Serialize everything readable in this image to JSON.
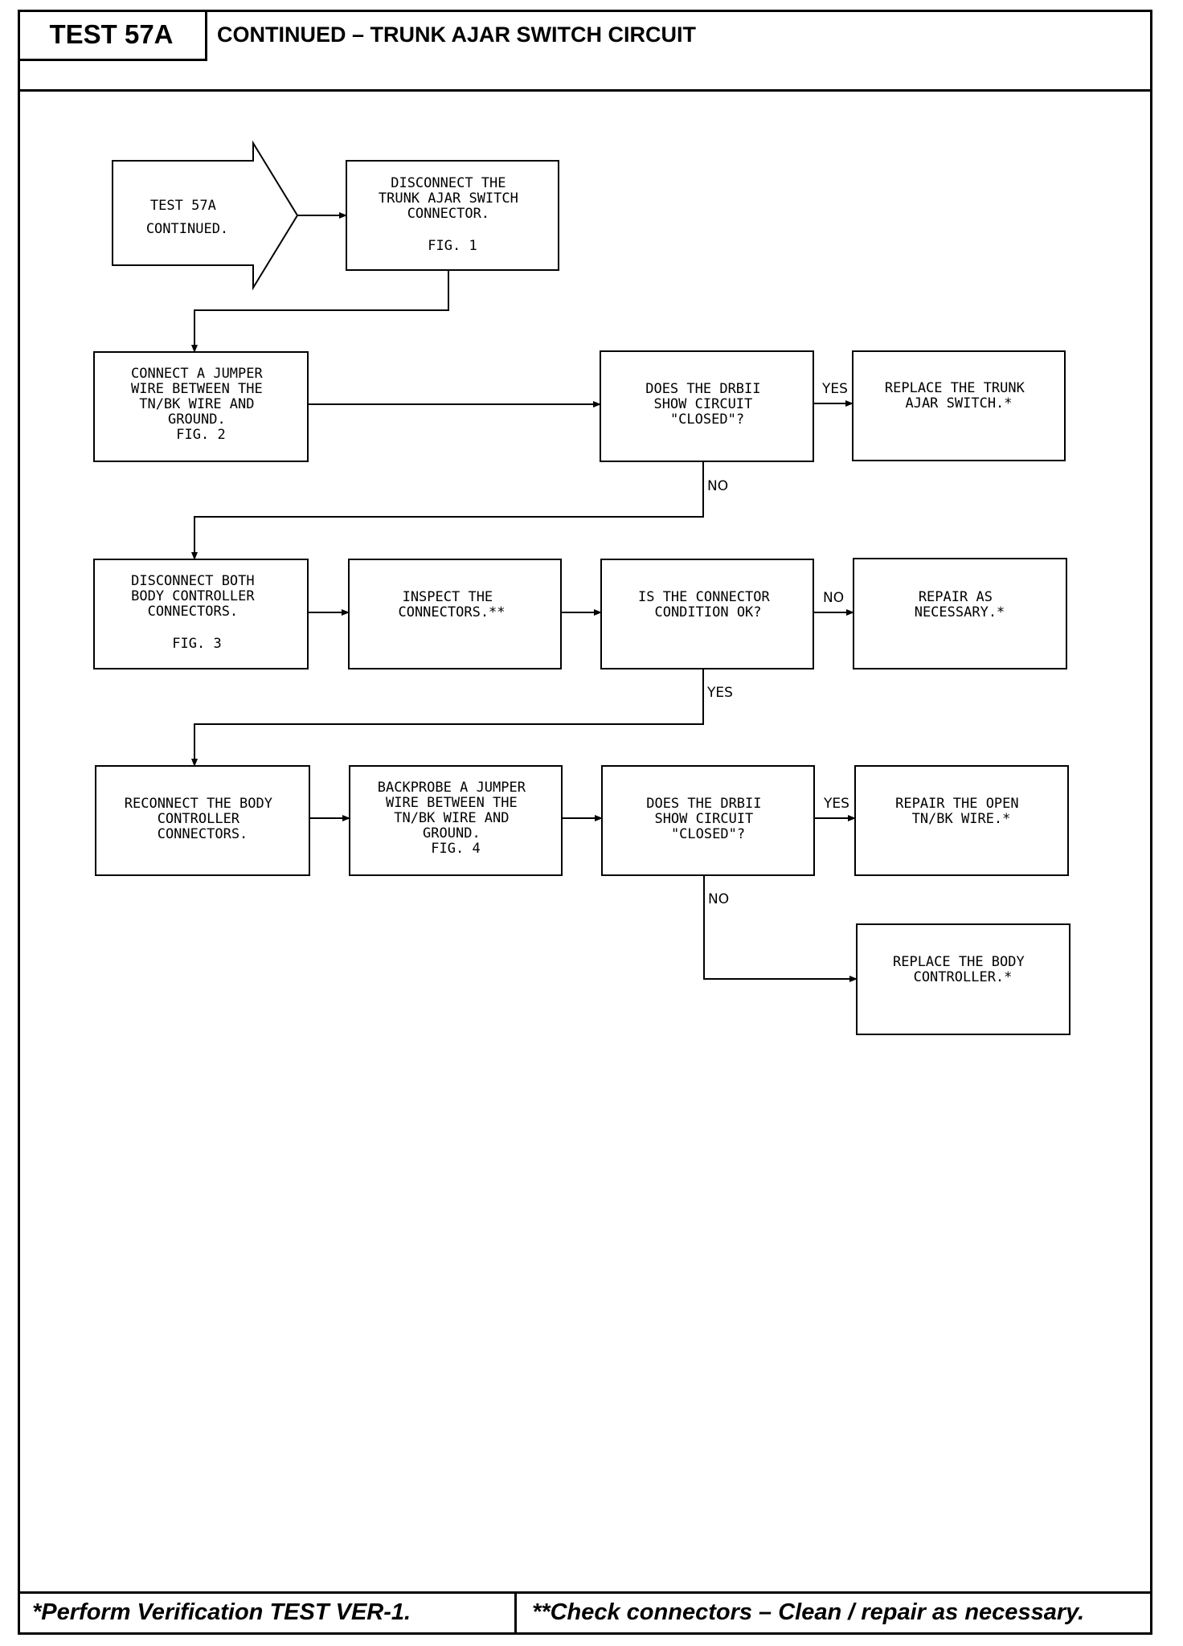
{
  "header": {
    "test_id": "TEST 57A",
    "title": "CONTINUED – TRUNK AJAR SWITCH CIRCUIT"
  },
  "flow": {
    "start": [
      "TEST 57A",
      "CONTINUED."
    ],
    "steps": {
      "disconnect_trunk_switch": [
        "DISCONNECT THE",
        "TRUNK AJAR SWITCH",
        "CONNECTOR.",
        "",
        "FIG. 1"
      ],
      "connect_jumper": [
        "CONNECT A JUMPER",
        "WIRE BETWEEN THE",
        "TN/BK WIRE AND",
        "GROUND.",
        "FIG. 2"
      ],
      "drb_closed_1": [
        "DOES THE DRBII",
        "SHOW CIRCUIT",
        "\"CLOSED\"?"
      ],
      "replace_trunk_switch": [
        "REPLACE THE TRUNK",
        "AJAR SWITCH.*"
      ],
      "disconnect_body": [
        "DISCONNECT BOTH",
        "BODY CONTROLLER",
        "CONNECTORS.",
        "",
        "FIG. 3"
      ],
      "inspect_connectors": [
        "INSPECT THE",
        "CONNECTORS.**"
      ],
      "connector_ok": [
        "IS THE CONNECTOR",
        "CONDITION OK?"
      ],
      "repair_as_necessary": [
        "REPAIR AS",
        "NECESSARY.*"
      ],
      "reconnect_body": [
        "RECONNECT THE BODY",
        "CONTROLLER",
        "CONNECTORS."
      ],
      "backprobe_jumper": [
        "BACKPROBE A JUMPER",
        "WIRE BETWEEN THE",
        "TN/BK WIRE AND",
        "GROUND.",
        "FIG. 4"
      ],
      "drb_closed_2": [
        "DOES THE DRBII",
        "SHOW CIRCUIT",
        "\"CLOSED\"?"
      ],
      "repair_open_wire": [
        "REPAIR THE OPEN",
        "TN/BK WIRE.*"
      ],
      "replace_body_controller": [
        "REPLACE THE BODY",
        "CONTROLLER.*"
      ]
    },
    "labels": {
      "yes": "YES",
      "no": "NO"
    }
  },
  "footer": {
    "left": "*Perform Verification TEST VER-1.",
    "right": "**Check connectors – Clean / repair as necessary."
  }
}
